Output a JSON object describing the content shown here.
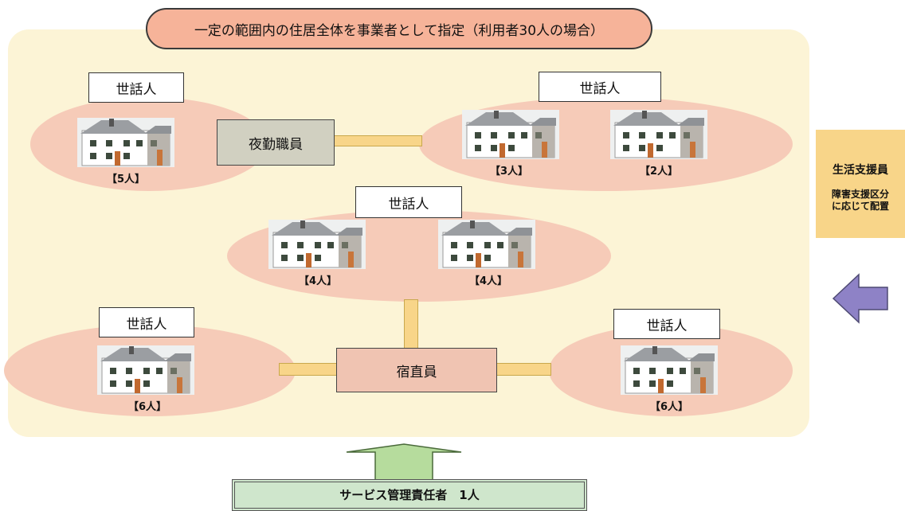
{
  "title": "一定の範囲内の住居全体を事業者として指定（利用者30人の場合）",
  "groups": [
    {
      "label": "世話人",
      "houses": [
        "【5人】"
      ]
    },
    {
      "label": "世話人",
      "houses": [
        "【3人】",
        "【2人】"
      ]
    },
    {
      "label": "世話人",
      "houses": [
        "【4人】",
        "【4人】"
      ]
    },
    {
      "label": "世話人",
      "houses": [
        "【6人】"
      ]
    },
    {
      "label": "世話人",
      "houses": [
        "【6人】"
      ]
    }
  ],
  "staff": {
    "night_shift": "夜勤職員",
    "overnight": "宿直員"
  },
  "side_panel": {
    "title": "生活支援員",
    "line1": "障害支援区分",
    "line2": "に応じて配置"
  },
  "bottom": {
    "text": "サービス管理責任者　1人"
  },
  "colors": {
    "area_bg": "#fcf4d6",
    "ellipse": "#f6cbb8",
    "title_bg": "#f6b399",
    "connector": "#f8d589",
    "night_staff_bg": "#d1d0c1",
    "overnight_staff_bg": "#f0c4b2",
    "up_arrow": "#b6dc9d",
    "left_arrow": "#8e82c6",
    "bottom_bg": "#cfe6cc"
  }
}
